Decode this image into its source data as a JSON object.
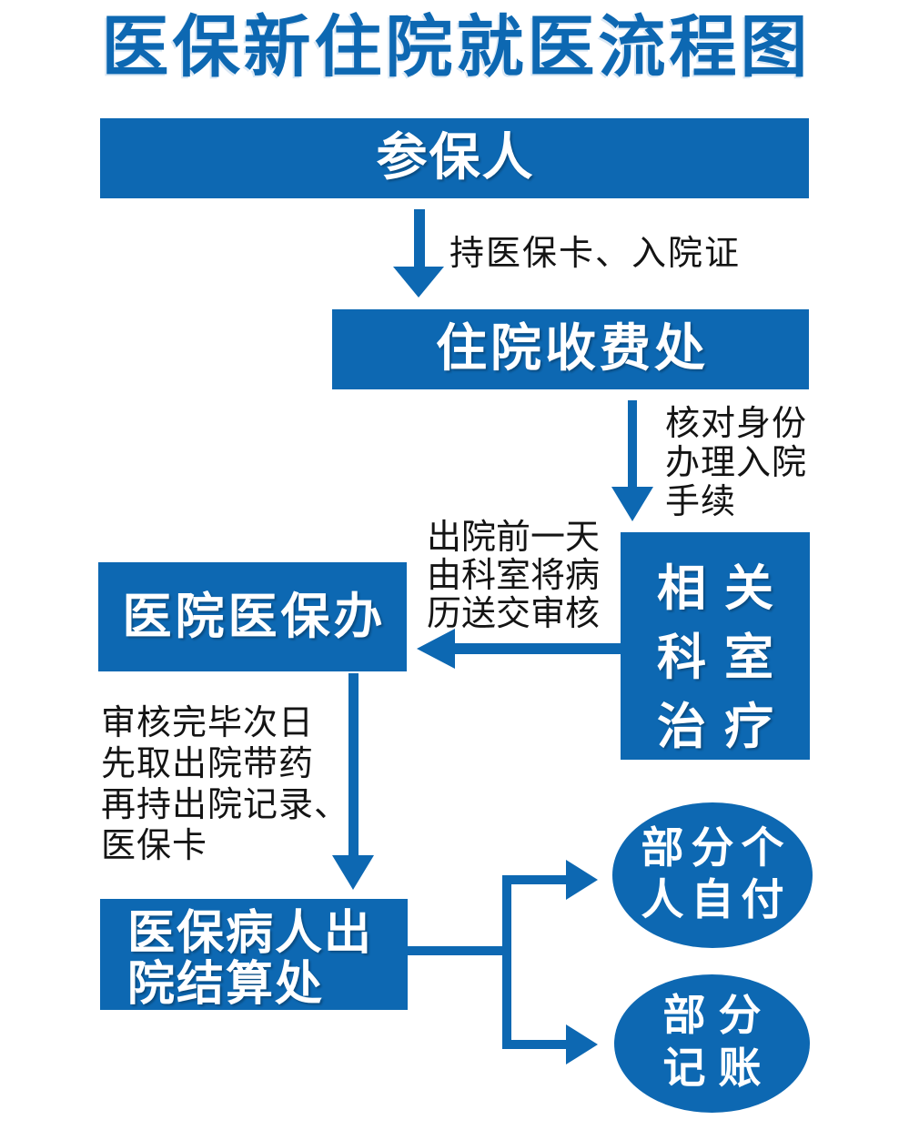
{
  "title": "医保新住院就医流程图",
  "colors": {
    "accent": "#0d68b2",
    "node_text": "#ffffff",
    "label_text": "#141414",
    "background": "#ffffff"
  },
  "nodes": {
    "insured": {
      "label": "参保人"
    },
    "fee_office": {
      "label": "住院收费处"
    },
    "related_dept": {
      "lines": [
        "相关",
        "科室",
        "治疗"
      ]
    },
    "insurance_office": {
      "label": "医院医保办"
    },
    "settlement": {
      "lines": [
        "医保病人出",
        "院结算处"
      ]
    },
    "self_pay": {
      "lines": [
        "部分个",
        "人自付"
      ]
    },
    "on_account": {
      "lines": [
        "部分",
        "记账"
      ]
    }
  },
  "edges": {
    "insured_to_fee": {
      "label": "持医保卡、入院证"
    },
    "fee_to_dept": {
      "lines": [
        "核对身份",
        "办理入院",
        "手续"
      ]
    },
    "dept_to_office": {
      "lines": [
        "出院前一天",
        "由科室将病",
        "历送交审核"
      ]
    },
    "office_to_settlement": {
      "lines": [
        "审核完毕次日",
        "先取出院带药",
        "再持出院记录、",
        "医保卡"
      ]
    }
  }
}
